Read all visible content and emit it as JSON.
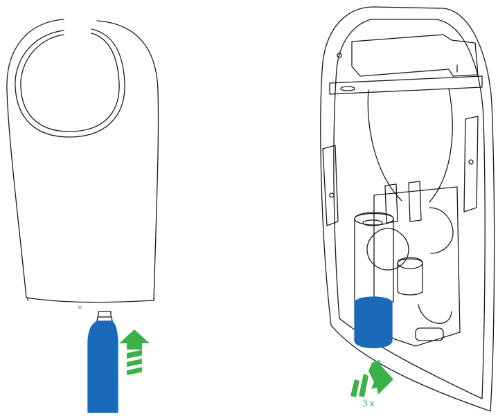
{
  "figure": {
    "asterisk_note": "*",
    "repeat_count": "3x",
    "colors": {
      "line": "#1a1a1a",
      "cartridge_blue": "#1a6ab8",
      "arrow_green": "#3cb04a",
      "background": "#ffffff"
    },
    "steps": [
      {
        "illustration": "urinal-cover-front",
        "action-icon": "upward-arrow-icon"
      },
      {
        "illustration": "urinal-cover-open-back",
        "action-icon": "twist-arrow-icon"
      }
    ]
  }
}
